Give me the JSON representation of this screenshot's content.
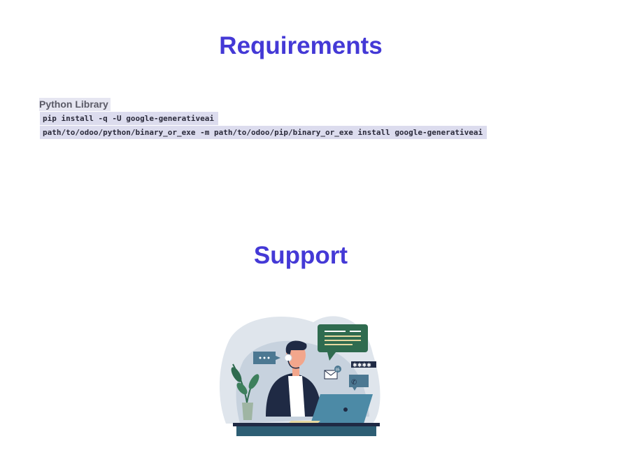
{
  "requirements": {
    "title": "Requirements",
    "library_label": "Python Library",
    "commands": [
      "pip install -q -U google-generativeai",
      "path/to/odoo/python/binary_or_exe -m path/to/odoo/pip/binary_or_exe install google-generativeai"
    ]
  },
  "support": {
    "title": "Support",
    "illustration": "customer-support-agent-illustration",
    "email_badge": "85"
  },
  "colors": {
    "heading": "#4439d6",
    "code_bg": "#dcdcee"
  }
}
